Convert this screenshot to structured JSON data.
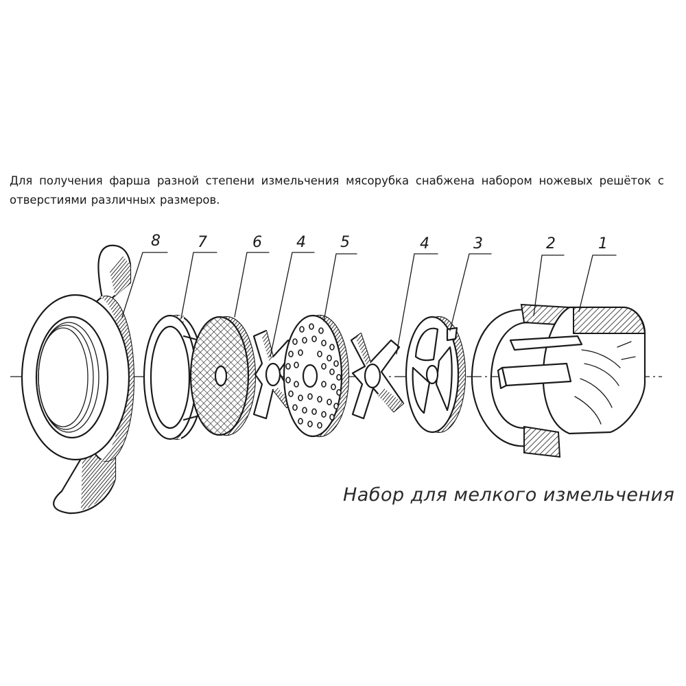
{
  "intro_text": "Для получения фарша разной степени измельчения мясорубка снабжена набором ножевых решёток с отверстиями различных размеров.",
  "labels": {
    "l1": "1",
    "l2": "2",
    "l3": "3",
    "l4a": "4",
    "l5": "5",
    "l4b": "4",
    "l6": "6",
    "l7": "7",
    "l8": "8"
  },
  "caption": "Набор для мелкого измельчения"
}
